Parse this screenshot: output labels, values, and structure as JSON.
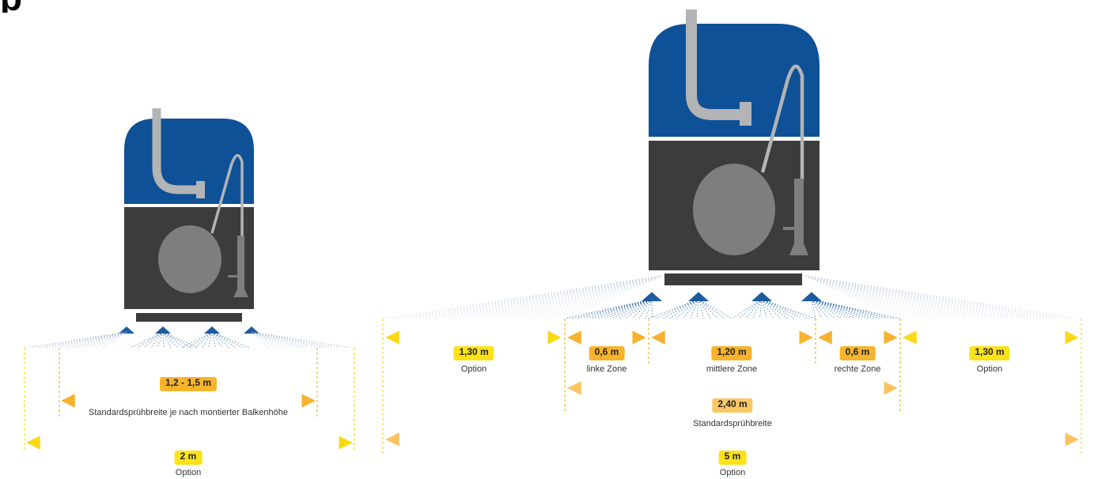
{
  "corner_mark": "p",
  "colors": {
    "tank_blue": "#0f5197",
    "tank_dark": "#3c3c3e",
    "pipe_gray": "#b3b4b6",
    "reel_gray": "#7d7e80",
    "spray_blue": "#1c5b9e",
    "arrow_yellow": "#fbd914",
    "arrow_orange": "#f6b12f",
    "arrow_peach": "#f9c460"
  },
  "small_sprayer": {
    "standard_width": {
      "value": "1,2 - 1,5 m",
      "caption": "Standardsprühbreite je nach montierter Balkenhöhe"
    },
    "option_width": {
      "value": "2 m",
      "caption": "Option"
    }
  },
  "large_sprayer": {
    "left_option": {
      "value": "1,30 m",
      "caption": "Option"
    },
    "left_zone": {
      "value": "0,6 m",
      "caption": "linke Zone"
    },
    "middle_zone": {
      "value": "1,20 m",
      "caption": "mittlere Zone"
    },
    "right_zone": {
      "value": "0,6 m",
      "caption": "rechte Zone"
    },
    "right_option": {
      "value": "1,30 m",
      "caption": "Option"
    },
    "standard_width": {
      "value": "2,40 m",
      "caption": "Standardsprühbreite"
    },
    "total_width": {
      "value": "5 m",
      "caption": "Option"
    }
  }
}
